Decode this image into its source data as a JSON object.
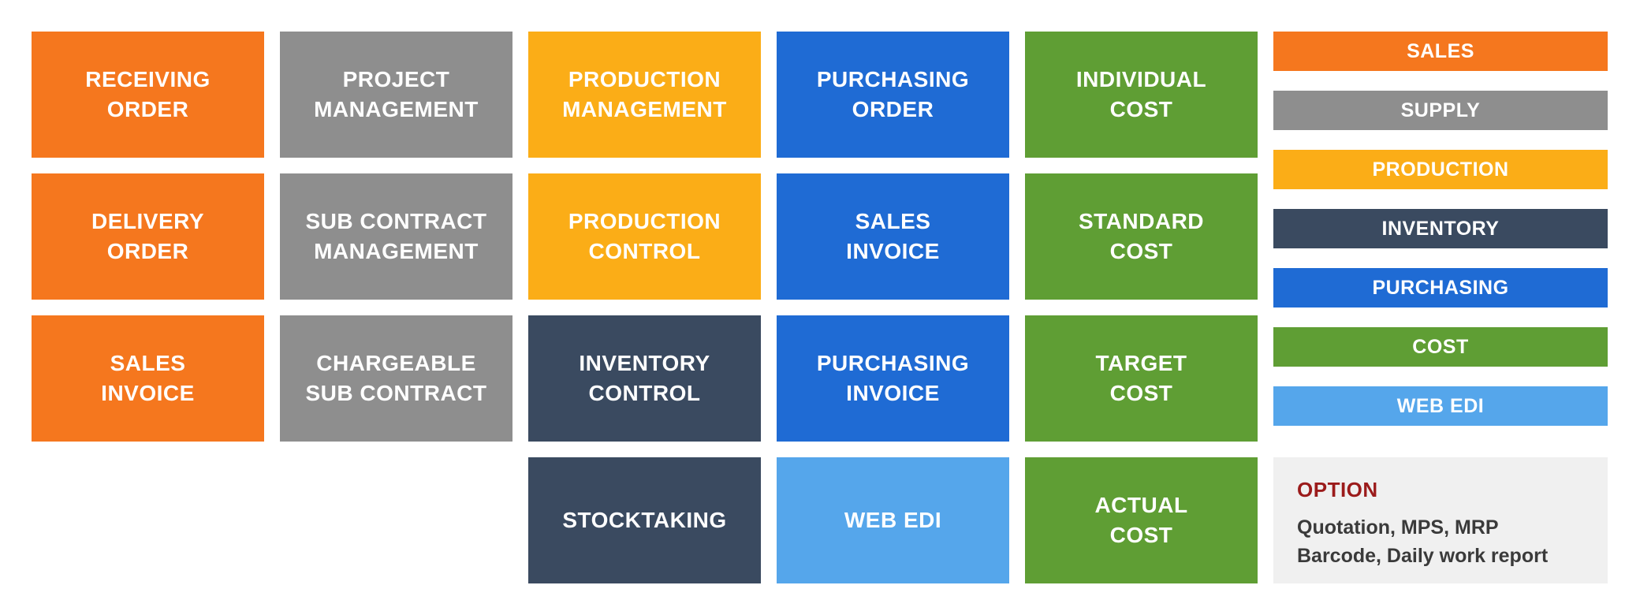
{
  "palette": {
    "orange": "#F5771E",
    "gray": "#8E8E8E",
    "amber": "#FBAD17",
    "navy": "#3A4A60",
    "blue": "#1F6BD4",
    "lightblue": "#55A6EB",
    "green": "#5F9E34",
    "option_red": "#9B1B1B",
    "option_bg": "#F0F0F0"
  },
  "columns": [
    {
      "name": "sales",
      "tiles": [
        {
          "label": "RECEIVING\nORDER",
          "color": "orange"
        },
        {
          "label": "DELIVERY\nORDER",
          "color": "orange"
        },
        {
          "label": "SALES\nINVOICE",
          "color": "orange"
        }
      ]
    },
    {
      "name": "supply",
      "tiles": [
        {
          "label": "PROJECT\nMANAGEMENT",
          "color": "gray"
        },
        {
          "label": "SUB CONTRACT\nMANAGEMENT",
          "color": "gray"
        },
        {
          "label": "CHARGEABLE\nSUB CONTRACT",
          "color": "gray"
        }
      ]
    },
    {
      "name": "production-inventory",
      "tiles": [
        {
          "label": "PRODUCTION\nMANAGEMENT",
          "color": "amber"
        },
        {
          "label": "PRODUCTION\nCONTROL",
          "color": "amber"
        },
        {
          "label": "INVENTORY\nCONTROL",
          "color": "navy"
        },
        {
          "label": "STOCKTAKING",
          "color": "navy"
        }
      ]
    },
    {
      "name": "purchasing",
      "tiles": [
        {
          "label": "PURCHASING\nORDER",
          "color": "blue"
        },
        {
          "label": "SALES\nINVOICE",
          "color": "blue"
        },
        {
          "label": "PURCHASING\nINVOICE",
          "color": "blue"
        },
        {
          "label": "WEB EDI",
          "color": "lightblue"
        }
      ]
    },
    {
      "name": "cost",
      "tiles": [
        {
          "label": "INDIVIDUAL\nCOST",
          "color": "green"
        },
        {
          "label": "STANDARD\nCOST",
          "color": "green"
        },
        {
          "label": "TARGET\nCOST",
          "color": "green"
        },
        {
          "label": "ACTUAL\nCOST",
          "color": "green"
        }
      ]
    }
  ],
  "legend": {
    "items": [
      {
        "label": "SALES",
        "color": "orange"
      },
      {
        "label": "SUPPLY",
        "color": "gray"
      },
      {
        "label": "PRODUCTION",
        "color": "amber"
      },
      {
        "label": "INVENTORY",
        "color": "navy"
      },
      {
        "label": "PURCHASING",
        "color": "blue"
      },
      {
        "label": "COST",
        "color": "green"
      },
      {
        "label": "WEB EDI",
        "color": "lightblue"
      }
    ],
    "option": {
      "title": "OPTION",
      "line1": "Quotation, MPS, MRP",
      "line2": "Barcode, Daily work report"
    }
  }
}
